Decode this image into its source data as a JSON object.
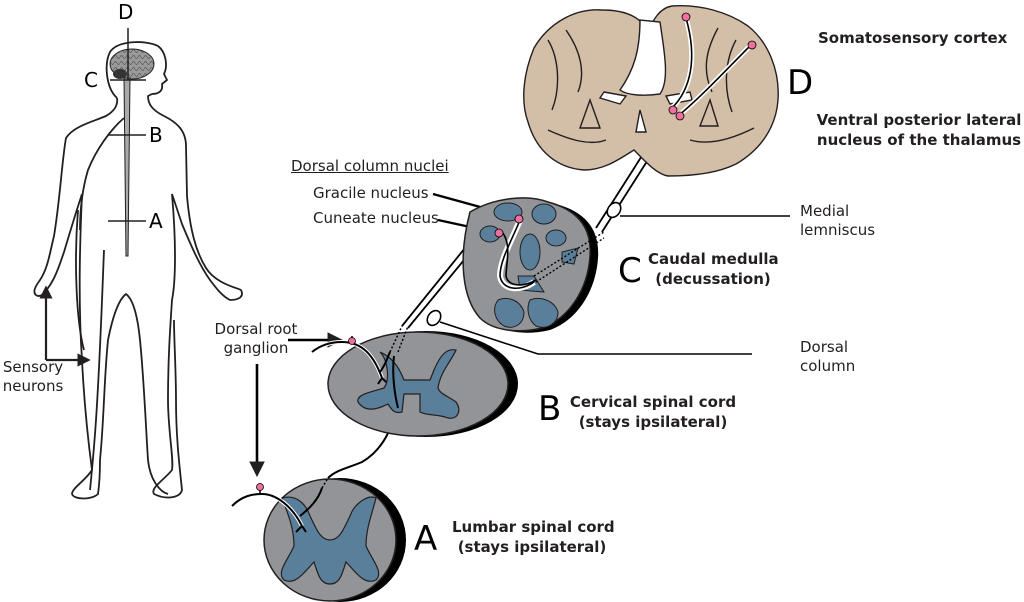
{
  "figure": {
    "title": "Dorsal column–medial lemniscus pathway",
    "colors": {
      "gray_matter": "#5a7f9b",
      "white_matter": "#929497",
      "cortex_tissue": "#d3bea7",
      "neuron_soma": "#ef6fa0",
      "outline": "#000000"
    }
  },
  "body_outline": {
    "level_letters": {
      "D": "D",
      "C": "C",
      "B": "B",
      "A": "A"
    },
    "sensory_neurons_label": [
      "Sensory",
      "neurons"
    ]
  },
  "labels": {
    "dorsal_root_ganglion": [
      "Dorsal root",
      "ganglion"
    ],
    "dorsal_column_nuclei_heading": "Dorsal column nuclei",
    "gracile_nucleus": "Gracile nucleus",
    "cuneate_nucleus": "Cuneate nucleus",
    "medial_lemniscus": [
      "Medial",
      "lemniscus"
    ],
    "dorsal_column": [
      "Dorsal",
      "column"
    ],
    "somatosensory_cortex": "Somatosensory cortex",
    "vpl_thalamus": [
      "Ventral posterior lateral",
      "nucleus of the thalamus"
    ]
  },
  "sections": [
    {
      "letter": "A",
      "name": "Lumbar spinal cord",
      "note": "(stays ipsilateral)"
    },
    {
      "letter": "B",
      "name": "Cervical spinal cord",
      "note": "(stays ipsilateral)"
    },
    {
      "letter": "C",
      "name": "Caudal medulla",
      "note": "(decussation)"
    },
    {
      "letter": "D"
    }
  ]
}
